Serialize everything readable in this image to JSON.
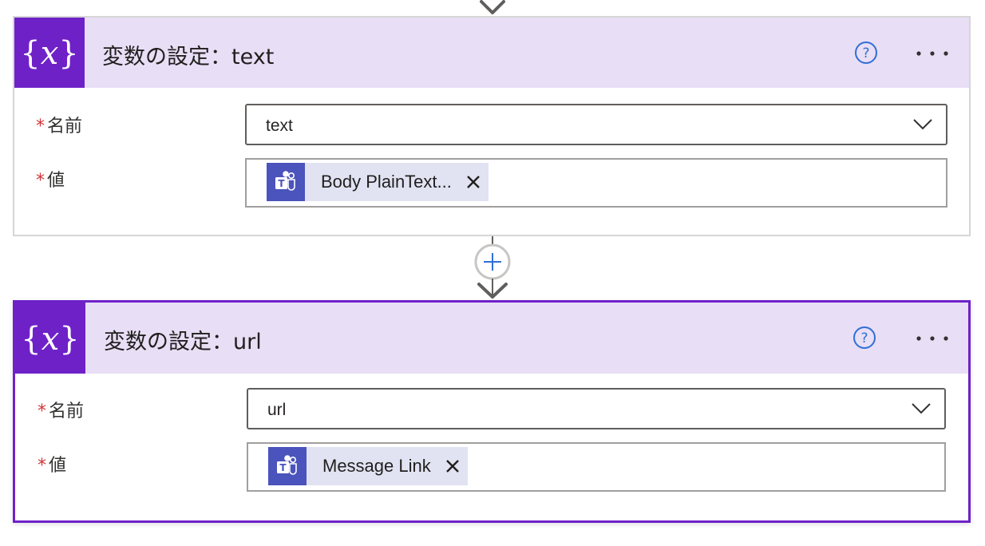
{
  "cards": [
    {
      "title": "変数の設定：text",
      "help_icon": "help-circle-icon",
      "more_icon": "ellipsis-icon",
      "name_field": {
        "label": "名前",
        "required_mark": "*",
        "value": "text"
      },
      "value_field": {
        "label": "値",
        "required_mark": "*",
        "token": {
          "label": "Body PlainText...",
          "icon": "teams-icon"
        }
      }
    },
    {
      "title": "変数の設定：url",
      "help_icon": "help-circle-icon",
      "more_icon": "ellipsis-icon",
      "name_field": {
        "label": "名前",
        "required_mark": "*",
        "value": "url"
      },
      "value_field": {
        "label": "値",
        "required_mark": "*",
        "token": {
          "label": "Message Link",
          "icon": "teams-icon"
        }
      }
    }
  ],
  "colors": {
    "variable_purple": "#6f21c8",
    "header_lavender": "#e8def5",
    "selected_border": "#6f21c8",
    "required_red": "#d13438",
    "teams_blue": "#4b53bc",
    "token_bg": "#e1e3f2",
    "help_blue": "#2f6fd6"
  }
}
